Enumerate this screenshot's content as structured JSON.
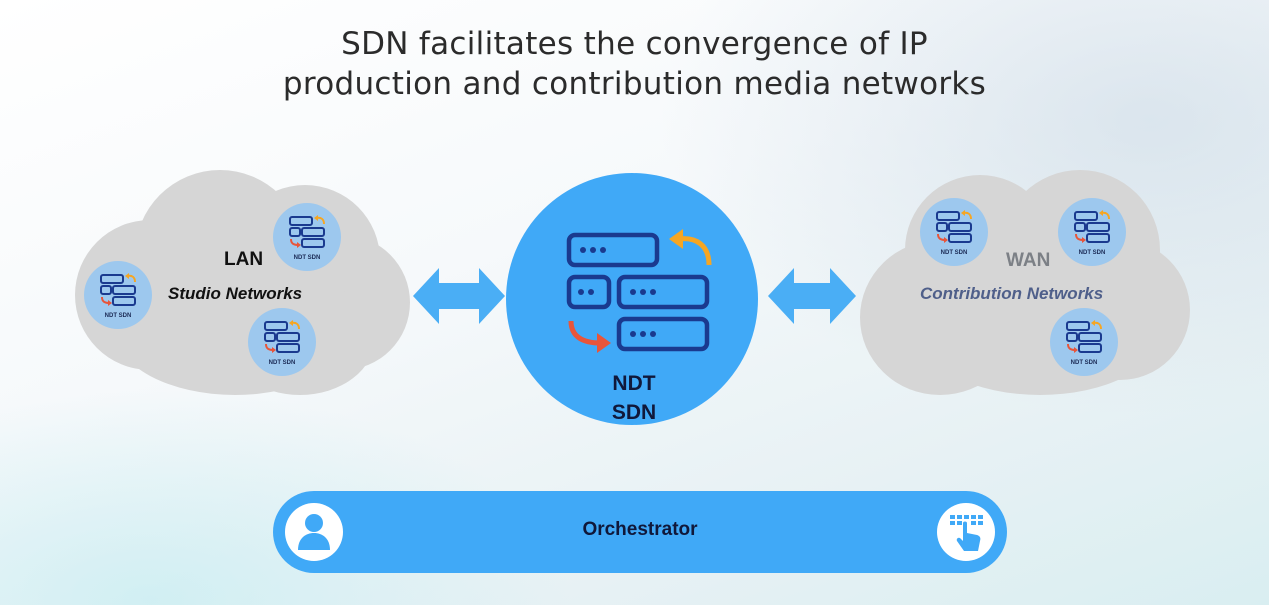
{
  "title": {
    "line1": "SDN facilitates the convergence of IP",
    "line2": "production and contribution media networks"
  },
  "lan_cloud": {
    "label": "LAN",
    "sublabel": "Studio Networks",
    "node_caption": "NDT SDN",
    "node_count": 3
  },
  "wan_cloud": {
    "label": "WAN",
    "sublabel": "Contribution Networks",
    "node_caption": "NDT SDN",
    "node_count": 3
  },
  "center": {
    "line1": "NDT",
    "line2": "SDN",
    "icon": "server-sync-icon"
  },
  "orchestrator": {
    "label": "Orchestrator",
    "left_icon": "user-icon",
    "right_icon": "touch-keypad-icon"
  },
  "colors": {
    "circle_blue": "#40a9f7",
    "node_blue": "#9dc8ee",
    "cloud_gray": "#d6d6d6",
    "arrow_blue": "#4aaef5",
    "server_navy": "#1a3a8f",
    "accent_orange": "#f6a623",
    "accent_red": "#e8553a",
    "text_dark": "#10183a"
  }
}
